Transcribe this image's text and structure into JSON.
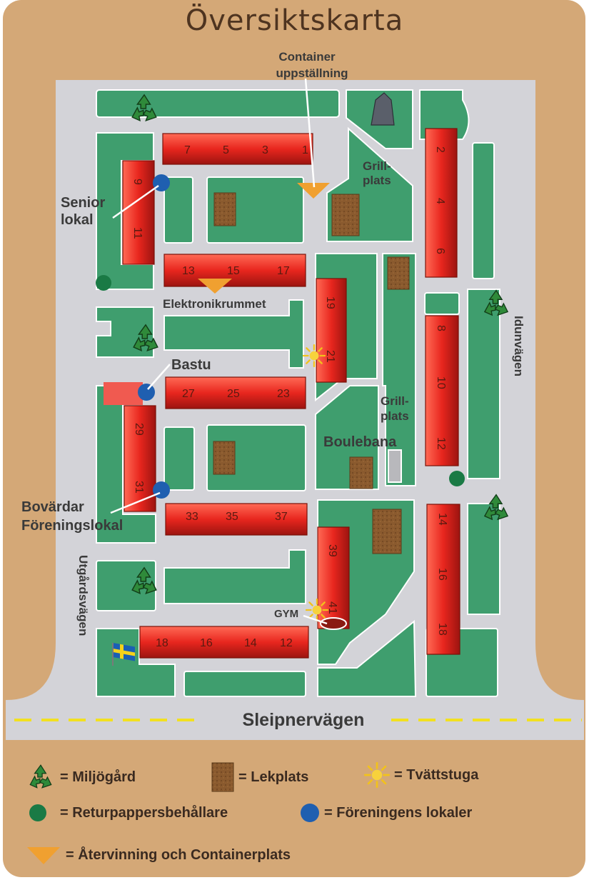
{
  "map": {
    "title": "Översiktskarta",
    "labels": {
      "container": [
        "Container",
        "uppställning"
      ],
      "grill_top": [
        "Grill-",
        "plats"
      ],
      "grill_mid": [
        "Grill-",
        "plats"
      ],
      "senior": [
        "Senior",
        "lokal"
      ],
      "elektronik": "Elektronikrummet",
      "bastu": "Bastu",
      "boulebana": "Boulebana",
      "bovardar": [
        "Bovärdar",
        "Föreningslokal"
      ],
      "gym": "GYM",
      "utgardsvagen": "Utgårdsvägen",
      "idunvagen": "Idunvägen",
      "sleipnervagen": "Sleipnervägen"
    },
    "building_numbers": {
      "b1": [
        "7",
        "5",
        "3",
        "1"
      ],
      "b2": [
        "9",
        "11"
      ],
      "b3": [
        "13",
        "15",
        "17"
      ],
      "b4": [
        "19",
        "21"
      ],
      "b5": [
        "27",
        "25",
        "23"
      ],
      "b6": [
        "29",
        "31"
      ],
      "b7": [
        "33",
        "35",
        "37"
      ],
      "b8": [
        "39",
        "41"
      ],
      "b9": [
        "18",
        "16",
        "14",
        "12"
      ],
      "b10": [
        "2",
        "4",
        "6"
      ],
      "b11": [
        "8",
        "10",
        "12"
      ],
      "b12": [
        "14",
        "16",
        "18"
      ]
    },
    "icons": {
      "recycling": "recycling-icon",
      "playground": "playground-icon",
      "laundry": "sun-icon",
      "paper_bin": "green-dot-icon",
      "association": "blue-dot-icon",
      "container": "orange-triangle-icon",
      "monument": "runestone-icon",
      "flag": "swedish-flag-icon"
    },
    "colors": {
      "building": "#e8261e",
      "green": "#3f9e6e",
      "road": "#d4d4d8",
      "background": "#d4a877",
      "assoc_dot": "#1f5fb0",
      "paper_dot": "#1a7a45",
      "container": "#f0a030"
    }
  },
  "legend": {
    "miljogard": "= Miljögård",
    "lekplats": "= Lekplats",
    "tvattstuga": "= Tvättstuga",
    "returpapper": "= Returpappersbehållare",
    "foreningens": "= Föreningens lokaler",
    "atervinning": "= Återvinning och Containerplats"
  }
}
